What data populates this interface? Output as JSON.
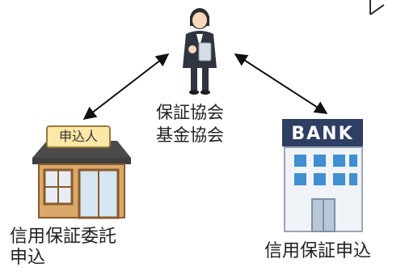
{
  "center": {
    "line1": "保証協会",
    "line2": "基金協会"
  },
  "shop": {
    "sign": "申込人",
    "caption_line1": "信用保証委託",
    "caption_line2": "申込"
  },
  "bank": {
    "sign": "BANK",
    "caption": "信用保証申込"
  },
  "colors": {
    "roof": "#4b4b4b",
    "wall": "#d9a86a",
    "wood": "#8a5a2b",
    "sign": "#fbe7a7",
    "bank_sign": "#2f3f63",
    "bank_body": "#f0f3f7",
    "window_blue": "#3f8fd1",
    "suit": "#2f3440"
  }
}
